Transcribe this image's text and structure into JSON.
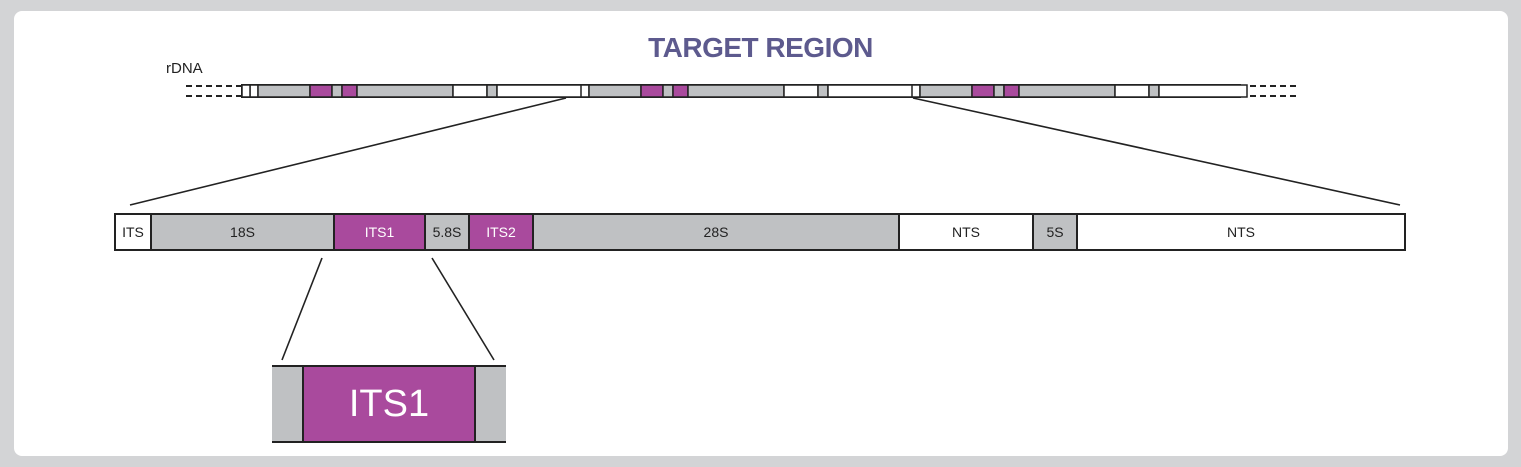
{
  "title": "TARGET REGION",
  "rdna_label": "rDNA",
  "repeat_unit": {
    "segments": [
      {
        "label": "ITS",
        "type": "white"
      },
      {
        "label": "18S",
        "type": "gray"
      },
      {
        "label": "ITS1",
        "type": "magenta"
      },
      {
        "label": "5.8S",
        "type": "gray"
      },
      {
        "label": "ITS2",
        "type": "magenta"
      },
      {
        "label": "28S",
        "type": "gray"
      },
      {
        "label": "NTS",
        "type": "white"
      },
      {
        "label": "5S",
        "type": "gray"
      },
      {
        "label": "NTS",
        "type": "white"
      }
    ]
  },
  "zoom": {
    "label": "ITS1"
  },
  "colors": {
    "title": "#5d5a8e",
    "gray": "#bfc1c3",
    "magenta": "#a94a9d",
    "line": "#222222"
  }
}
